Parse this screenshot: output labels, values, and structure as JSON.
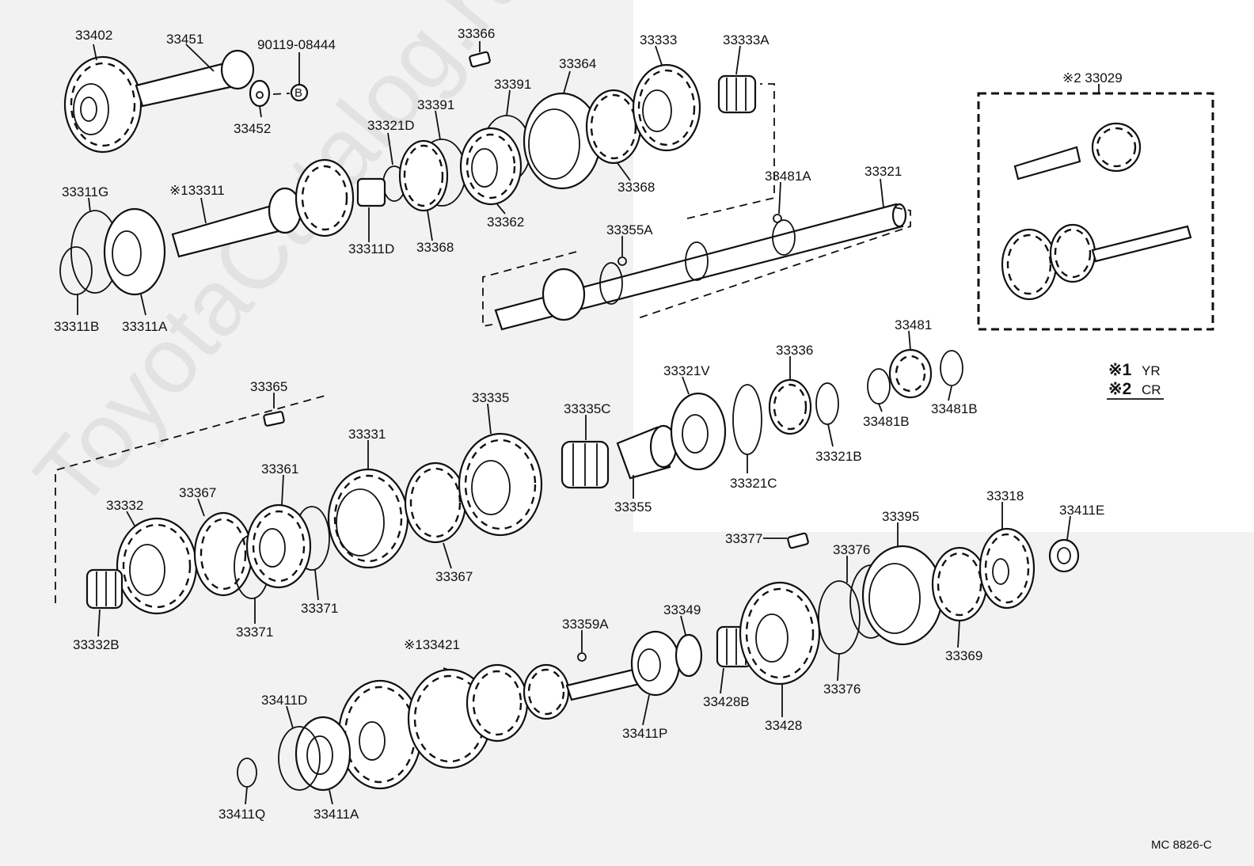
{
  "diagram": {
    "watermark": "ToyotaCatalog.ru",
    "code": "MC 8826-C",
    "legend": [
      {
        "mark": "※1",
        "text": "YR"
      },
      {
        "mark": "※2",
        "text": "CR"
      }
    ],
    "assembly_label": "※2 33029",
    "parts": [
      "33402",
      "33451",
      "90119-08444",
      "B",
      "33452",
      "33366",
      "33364",
      "33333",
      "33333A",
      "33391",
      "33391",
      "33321D",
      "33311G",
      "※133311",
      "33311D",
      "33368",
      "33362",
      "33368",
      "33481A",
      "33321",
      "33355A",
      "33311B",
      "33311A",
      "33481",
      "33336",
      "33321V",
      "33365",
      "33335",
      "33335C",
      "33481B",
      "33481B",
      "33331",
      "33321B",
      "33321C",
      "33361",
      "33367",
      "33332",
      "33355",
      "33318",
      "33411E",
      "33395",
      "33377",
      "33376",
      "33367",
      "33371",
      "33371",
      "33332B",
      "33349",
      "33359A",
      "33369",
      "※133421",
      "33376",
      "33411D",
      "33428B",
      "33428",
      "33411P",
      "33411Q",
      "33411A"
    ]
  }
}
